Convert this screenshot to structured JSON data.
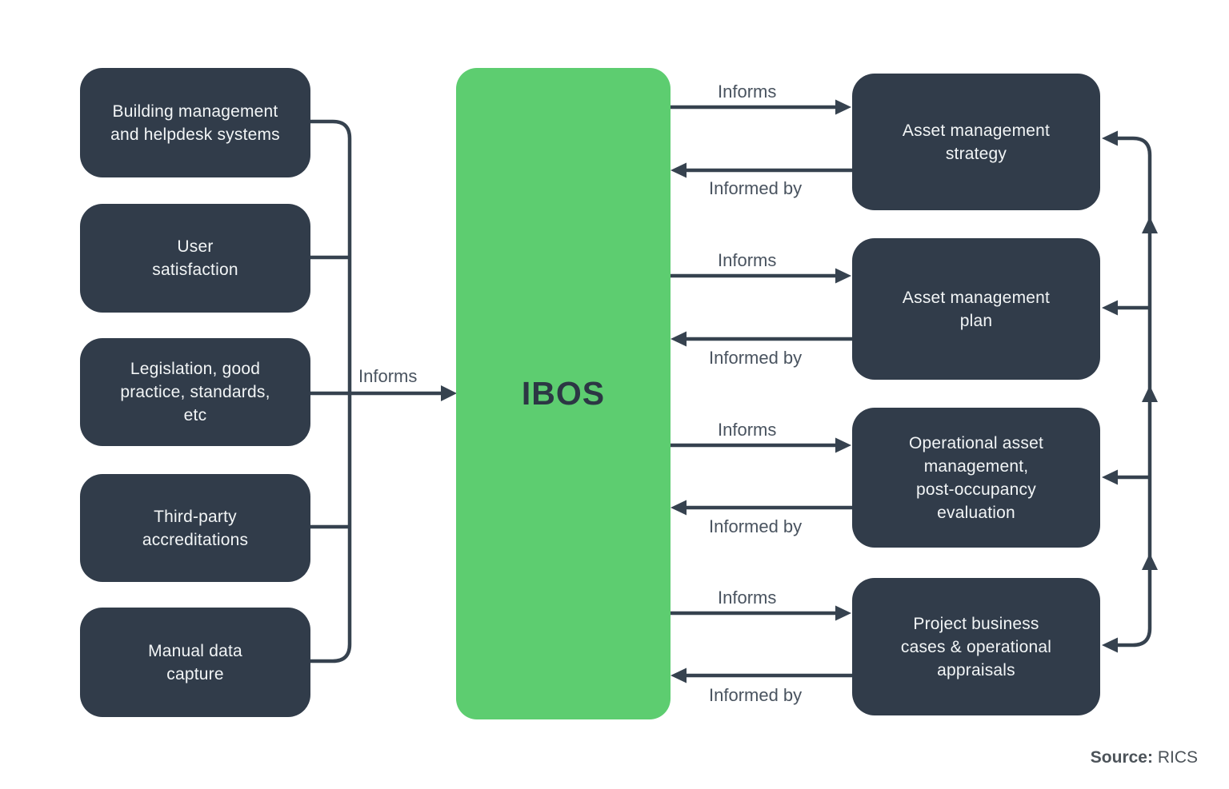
{
  "colors": {
    "box_dark": "#313C4A",
    "hub_green": "#5DCD70",
    "wire": "#36424F",
    "wire_label_text": "#49535F",
    "box_text": "#F2F5F6",
    "hub_text": "#2C3744"
  },
  "center": {
    "label": "IBOS"
  },
  "left_connector": {
    "informs_label": "Informs"
  },
  "left_boxes": [
    {
      "label": "Building management\nand helpdesk systems"
    },
    {
      "label": "User\nsatisfaction"
    },
    {
      "label": "Legislation, good\npractice, standards,\netc"
    },
    {
      "label": "Third-party\naccreditations"
    },
    {
      "label": "Manual data\ncapture"
    }
  ],
  "right_boxes": [
    {
      "label": "Asset management\nstrategy",
      "informs_label": "Informs",
      "informed_by_label": "Informed by"
    },
    {
      "label": "Asset management\nplan",
      "informs_label": "Informs",
      "informed_by_label": "Informed by"
    },
    {
      "label": "Operational asset\nmanagement,\npost-occupancy\nevaluation",
      "informs_label": "Informs",
      "informed_by_label": "Informed by"
    },
    {
      "label": "Project business\ncases & operational\nappraisals",
      "informs_label": "Informs",
      "informed_by_label": "Informed by"
    }
  ],
  "source": {
    "prefix": "Source:",
    "name": "RICS"
  }
}
